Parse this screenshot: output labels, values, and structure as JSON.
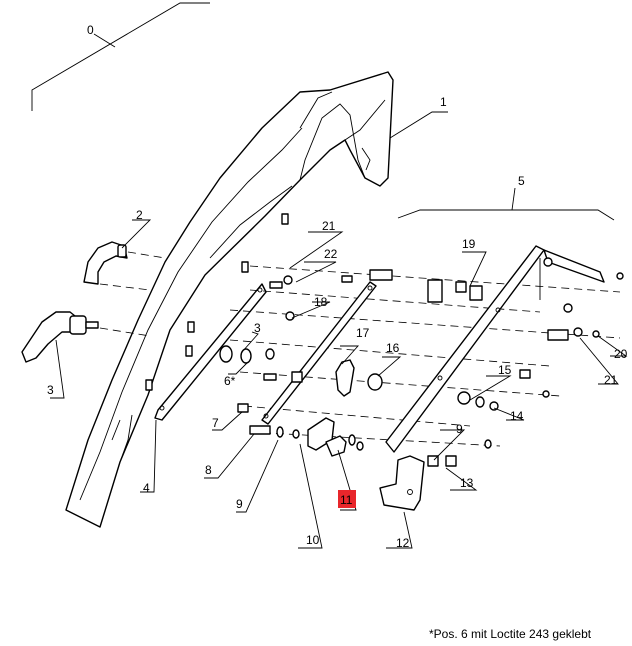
{
  "title": "",
  "footnote": "*Pos. 6 mit Loctite 243 geklebt",
  "highlight_label": "11",
  "callouts": [
    {
      "id": "c0",
      "text": "0"
    },
    {
      "id": "c1",
      "text": "1"
    },
    {
      "id": "c2",
      "text": "2"
    },
    {
      "id": "c3a",
      "text": "3"
    },
    {
      "id": "c3b",
      "text": "3"
    },
    {
      "id": "c4",
      "text": "4"
    },
    {
      "id": "c5",
      "text": "5"
    },
    {
      "id": "c6",
      "text": "6*"
    },
    {
      "id": "c7",
      "text": "7"
    },
    {
      "id": "c8",
      "text": "8"
    },
    {
      "id": "c9a",
      "text": "9"
    },
    {
      "id": "c9b",
      "text": "9"
    },
    {
      "id": "c10",
      "text": "10"
    },
    {
      "id": "c12",
      "text": "12"
    },
    {
      "id": "c13",
      "text": "13"
    },
    {
      "id": "c14",
      "text": "14"
    },
    {
      "id": "c15",
      "text": "15"
    },
    {
      "id": "c16",
      "text": "16"
    },
    {
      "id": "c17",
      "text": "17"
    },
    {
      "id": "c18",
      "text": "18"
    },
    {
      "id": "c19",
      "text": "19"
    },
    {
      "id": "c20",
      "text": "20"
    },
    {
      "id": "c21a",
      "text": "21"
    },
    {
      "id": "c21b",
      "text": "21"
    },
    {
      "id": "c22",
      "text": "22"
    }
  ]
}
